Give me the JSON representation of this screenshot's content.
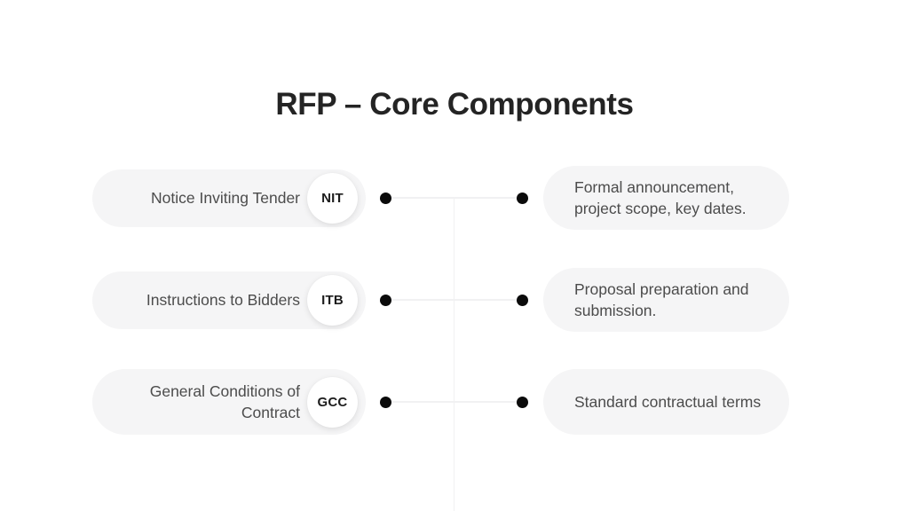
{
  "slide": {
    "title": "RFP – Core Components",
    "background_color": "#ffffff",
    "card_color": "#f5f5f6",
    "text_color": "#4c4c4c",
    "title_color": "#242424",
    "dot_color": "#0b0b0b",
    "connector_color": "#f1f1f2"
  },
  "rows": [
    {
      "component": "Notice Inviting Tender",
      "abbreviation": "NIT",
      "description": "Formal announcement, project scope, key dates."
    },
    {
      "component": "Instructions to Bidders",
      "abbreviation": "ITB",
      "description": "Proposal preparation and submission."
    },
    {
      "component": "General Conditions of Contract",
      "abbreviation": "GCC",
      "description": "Standard contractual terms"
    }
  ]
}
